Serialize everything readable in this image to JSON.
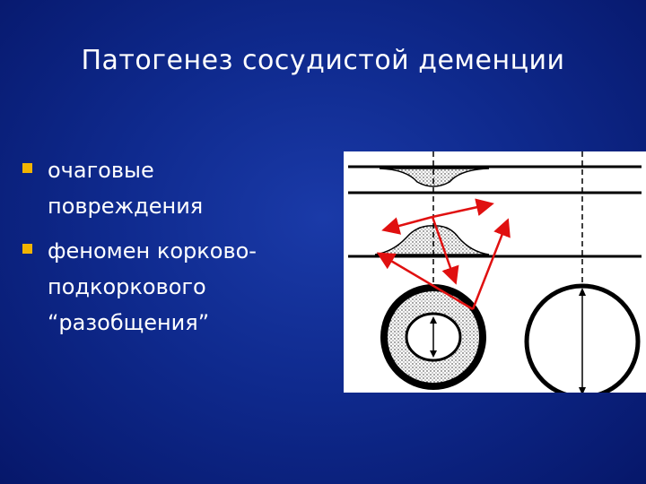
{
  "slide": {
    "title": "Патогенез сосудистой деменции",
    "bullets": [
      {
        "text": "очаговые\nповреждения"
      },
      {
        "text": "феномен корково-\nподкоркового\n“разобщения”"
      }
    ]
  },
  "colors": {
    "background": "#0f2a8e",
    "bullet_marker": "#f2b400",
    "arrow": "#e01010",
    "text": "#ffffff"
  }
}
